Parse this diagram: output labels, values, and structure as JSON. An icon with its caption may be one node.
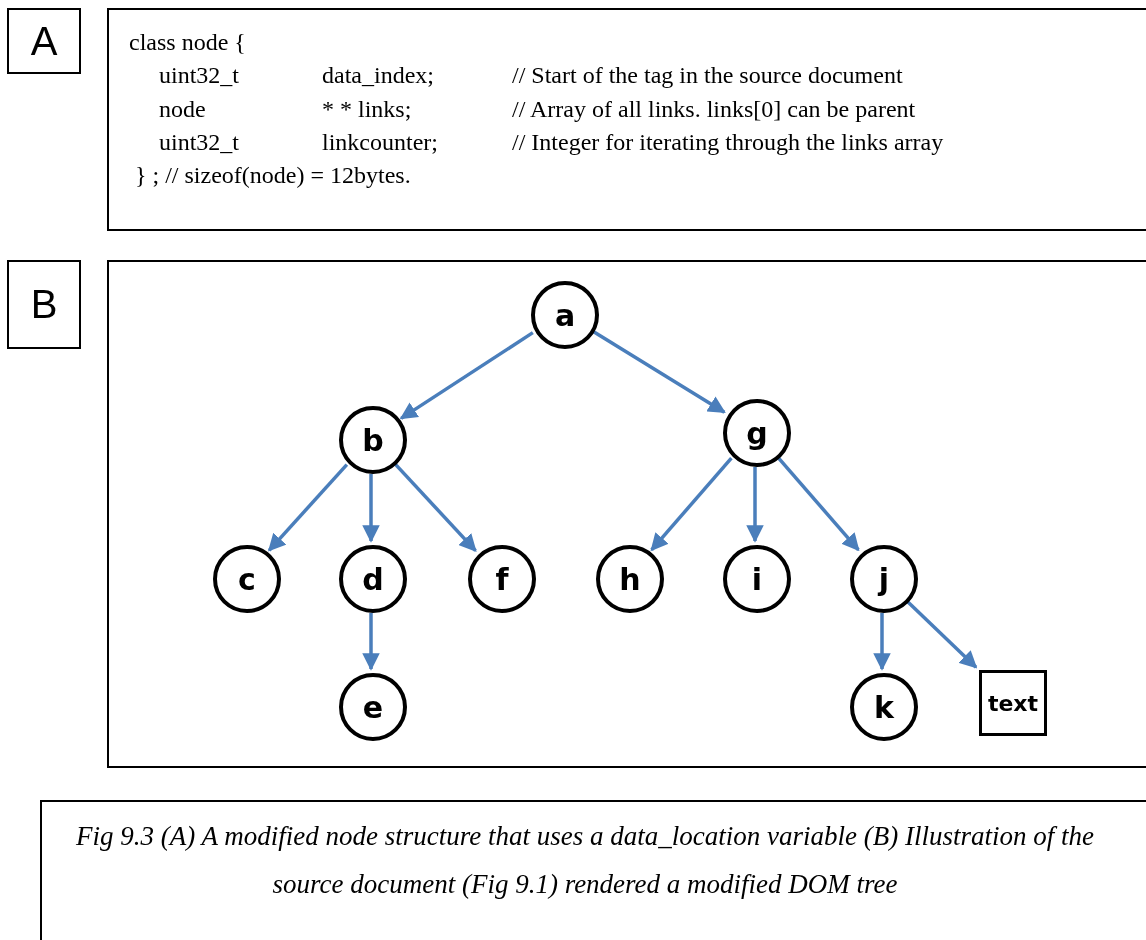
{
  "diagram": {
    "caption": "Fig 9.3 (A) A modified node structure that uses a data_location variable (B) Illustration of the source document (Fig 9.1) rendered a modified DOM tree",
    "nodes": [
      {
        "text": [
          "A"
        ]
      },
      {
        "text": [
          "class node {",
          "uint32_t",
          "data_index;",
          "// Start of the tag in the source document",
          "node",
          "* * links;",
          "// Array of all links. links[0] can be parent",
          "uint32_t",
          "linkcounter;",
          "// Integer for iterating through the links array",
          "} ; // sizeof(node) = 12bytes."
        ]
      },
      {
        "text": [
          "B"
        ]
      },
      {
        "text": [],
        "shape": "box"
      },
      {
        "text": [
          "a"
        ],
        "in": 3
      },
      {
        "text": [
          "b"
        ],
        "in": 3
      },
      {
        "text": [
          "g"
        ],
        "in": 3
      },
      {
        "text": [
          "c"
        ],
        "in": 3
      },
      {
        "text": [
          "d"
        ],
        "in": 3
      },
      {
        "text": [
          "f"
        ],
        "in": 3
      },
      {
        "text": [
          "h"
        ],
        "in": 3
      },
      {
        "text": [
          "i"
        ],
        "in": 3
      },
      {
        "text": [
          "j"
        ],
        "in": 3
      },
      {
        "text": [
          "e"
        ],
        "in": 3
      },
      {
        "text": [
          "k"
        ],
        "in": 3
      },
      {
        "text": [
          "text"
        ],
        "in": 3
      }
    ],
    "edges": [
      {
        "from": 4,
        "to": 5,
        "arrow": "to"
      },
      {
        "from": 4,
        "to": 6,
        "arrow": "to"
      },
      {
        "from": 5,
        "to": 7,
        "arrow": "to"
      },
      {
        "from": 5,
        "to": 8,
        "arrow": "to"
      },
      {
        "from": 5,
        "to": 9,
        "arrow": "to"
      },
      {
        "from": 6,
        "to": 10,
        "arrow": "to"
      },
      {
        "from": 6,
        "to": 11,
        "arrow": "to"
      },
      {
        "from": 6,
        "to": 12,
        "arrow": "to"
      },
      {
        "from": 8,
        "to": 13,
        "arrow": "to"
      },
      {
        "from": 12,
        "to": 14,
        "arrow": "to"
      },
      {
        "from": 12,
        "to": 15,
        "arrow": "to"
      }
    ]
  }
}
